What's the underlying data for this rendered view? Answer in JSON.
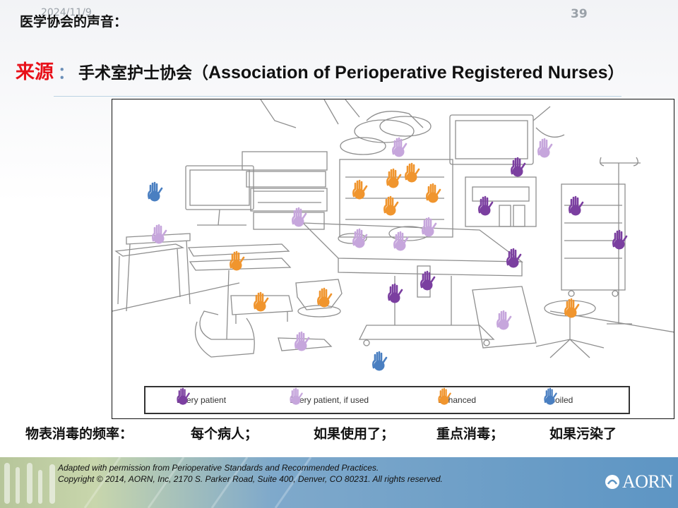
{
  "slide": {
    "date": "2024/11/9",
    "page_number": "39",
    "title": "医学协会的声音：",
    "source_label": "来源",
    "source_colon": "：",
    "source_cn": "手术室护士协会（",
    "source_en": "Association of Perioperative Registered Nurses",
    "source_close": "）"
  },
  "figure": {
    "legend": [
      {
        "label": "Every patient",
        "color": "#7b3fa0"
      },
      {
        "label": "Every patient, if used",
        "color": "#c6a6dc"
      },
      {
        "label": "Enhanced",
        "color": "#f0952e"
      },
      {
        "label": "If soiled",
        "color": "#4a7fc1"
      }
    ]
  },
  "frequency": {
    "label": "物表消毒的频率：",
    "items": [
      "每个病人；",
      "如果使用了；",
      "重点消毒；",
      "如果污染了"
    ]
  },
  "footer": {
    "credit_line1": "Adapted with permission from Perioperative Standards and Recommended Practices.",
    "credit_line2": "Copyright © 2014, AORN, Inc, 2170 S. Parker Road, Suite 400, Denver, CO 80231. All rights reserved.",
    "logo_text": "AORN"
  },
  "colors": {
    "accent_red": "#e8111a",
    "every_patient": "#7b3fa0",
    "if_used": "#c6a6dc",
    "enhanced": "#f0952e",
    "if_soiled": "#4a7fc1"
  }
}
